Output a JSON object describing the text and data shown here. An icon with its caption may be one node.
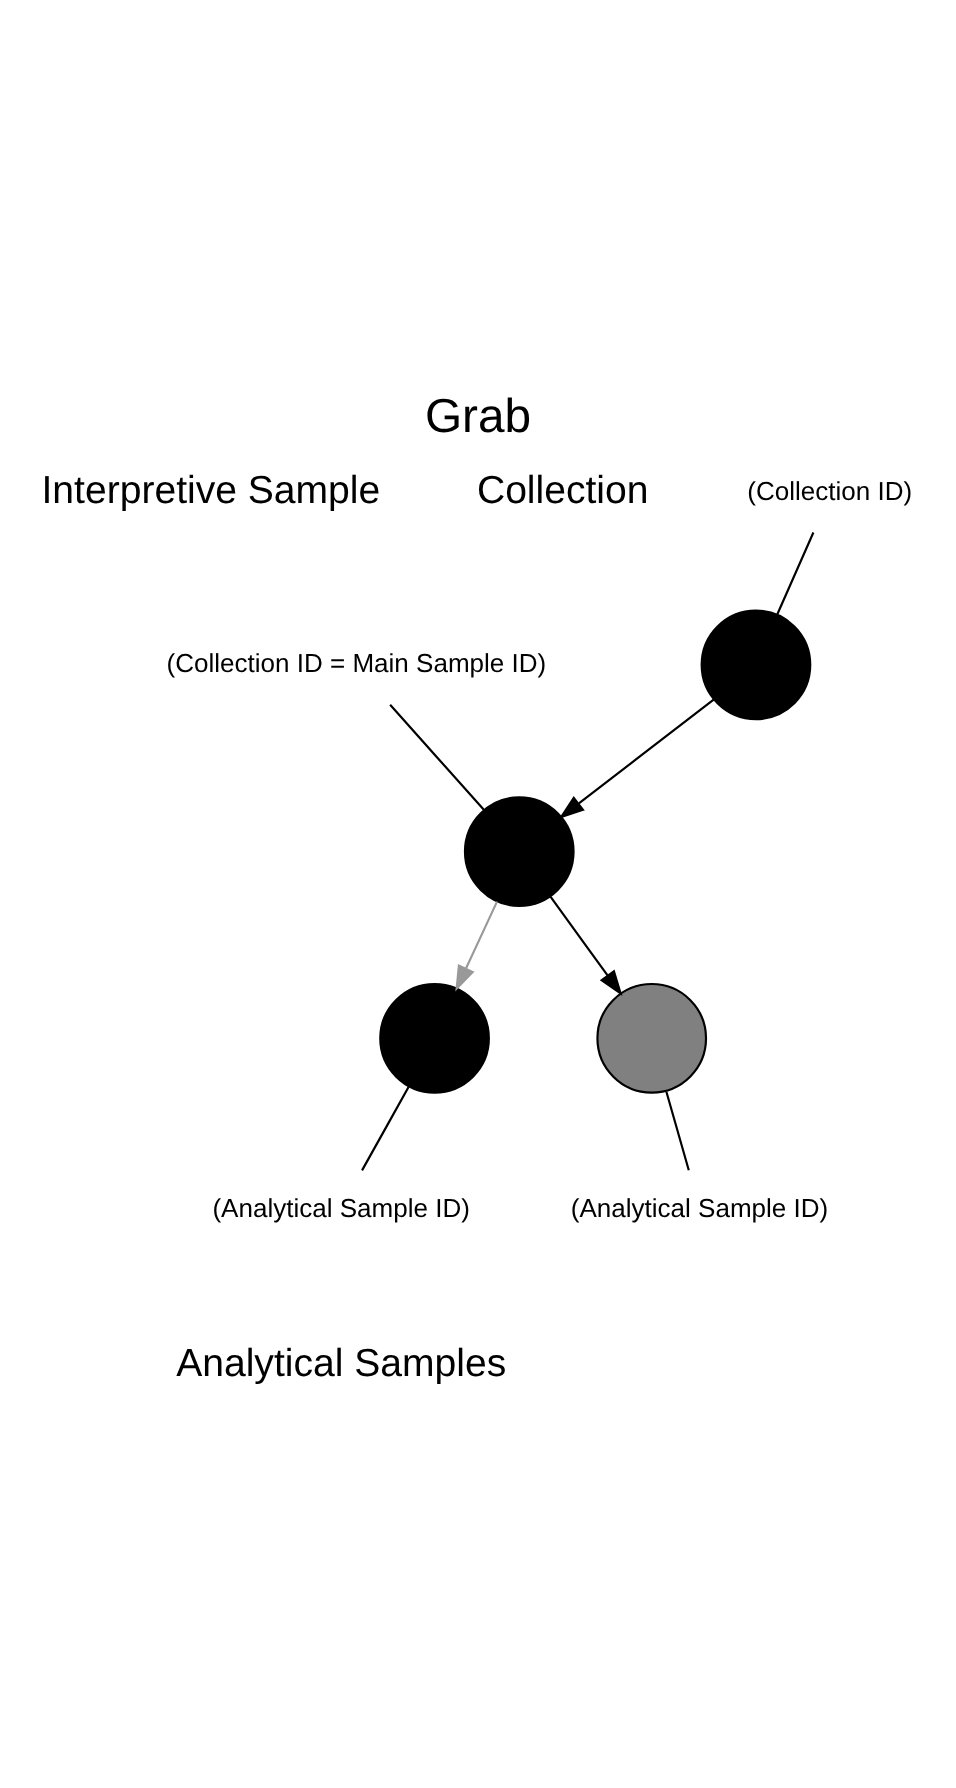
{
  "diagram": {
    "title": "Grab",
    "nodes": [
      {
        "text": [
          "(Collection ID)"
        ]
      },
      {
        "text": [],
        "shape": "circle"
      },
      {
        "text": [
          "(Collection ID = Main Sample ID)"
        ]
      },
      {
        "text": [],
        "shape": "circle"
      },
      {
        "text": [],
        "shape": "circle"
      },
      {
        "text": [],
        "shape": "circle"
      },
      {
        "text": [
          "(Analytical Sample ID)"
        ]
      },
      {
        "text": [
          "(Analytical Sample ID)"
        ]
      }
    ],
    "edges": [
      {
        "from": 0,
        "to": 1,
        "arrow": "none"
      },
      {
        "from": 1,
        "to": 3,
        "arrow": "to"
      },
      {
        "from": 2,
        "to": 3,
        "arrow": "none"
      },
      {
        "from": 3,
        "to": 4,
        "arrow": "to",
        "color": "#999999"
      },
      {
        "from": 3,
        "to": 5,
        "arrow": "to"
      },
      {
        "from": 4,
        "to": 6,
        "arrow": "none"
      },
      {
        "from": 5,
        "to": 7,
        "arrow": "none"
      }
    ],
    "labels": [
      "Collection",
      "Interpretive Sample",
      "Analytical Samples"
    ]
  }
}
